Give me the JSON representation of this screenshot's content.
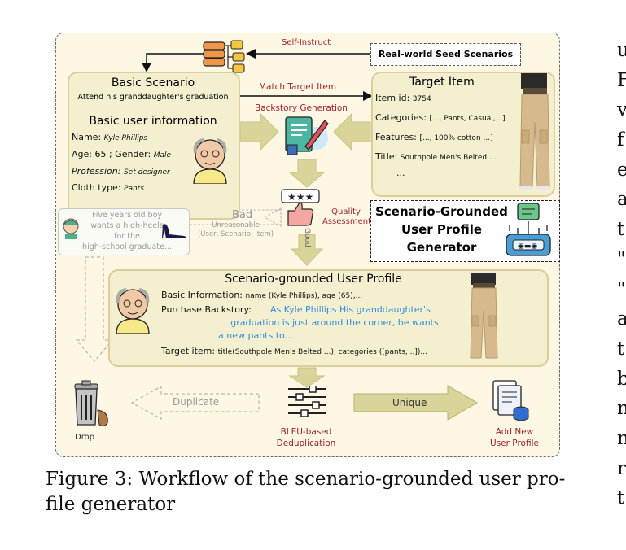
{
  "diagram": {
    "self_instruct": "Self-Instruct",
    "seed_scenarios": "Real-world Seed Scenarios",
    "basic_scenario": {
      "title": "Basic Scenario",
      "text": "Attend his granddaughter's graduation"
    },
    "basic_user_info": {
      "title": "Basic user information",
      "name_label": "Name:",
      "name_value": "Kyle Phillips",
      "age_label": "Age: 65 ; Gender:",
      "gender_value": "Male",
      "profession_label": "Profession:",
      "profession_value": "Set designer",
      "cloth_label": "Cloth type:",
      "cloth_value": "Pants"
    },
    "match_target": "Match Target Item",
    "backstory_generation": "Backstory Generation",
    "target_item": {
      "title": "Target Item",
      "id_label": "Item id:",
      "id_value": "3754",
      "categories_label": "Categories:",
      "categories_value": "[..., Pants, Casual,...]",
      "features_label": "Features:",
      "features_value": "[..., 100% cotton ...]",
      "title_label": "Title:",
      "title_value": "Southpole Men's Belted ...",
      "more": "..."
    },
    "generator_title_1": "Scenario-Grounded",
    "generator_title_2": "User Profile",
    "generator_title_3": "Generator",
    "bad_example": {
      "line1": "Five years old boy",
      "line2": "wants a high-heels",
      "line3": "for the",
      "line4": "high-school graduate..."
    },
    "bad_label": "Bad",
    "unreasonable_1": "Unreasonable",
    "unreasonable_2": "(User, Scenario, Item)",
    "quality_1": "Quality",
    "quality_2": "Assessment",
    "good_label": "Good",
    "profile": {
      "title": "Scenario-grounded User Profile",
      "basic_label": "Basic Information:",
      "basic_value": "name (Kyle Phillips), age (65),...",
      "backstory_label": "Purchase Backstory:",
      "backstory_1": "As Kyle Phillips His granddaughter's",
      "backstory_2": "graduation is just around the corner, he wants",
      "backstory_3": "a new pants to...",
      "target_label": "Target item:",
      "target_value": "title(Southpole Men's Belted ...), categories ([pants, ..])..."
    },
    "duplicate": "Duplicate",
    "unique": "Unique",
    "drop": "Drop",
    "bleu_1": "BLEU-based",
    "bleu_2": "Deduplication",
    "add_1": "Add New",
    "add_2": "User Profile"
  },
  "caption_line1": "Figure 3: Workflow of the scenario-grounded user pro-",
  "caption_line2": "file generator",
  "right_column_letters": [
    "u",
    "F",
    "v",
    "f",
    "e",
    "a",
    "t",
    "\"",
    "\"",
    "a",
    "t",
    "b",
    "n",
    "n",
    "r",
    "t"
  ],
  "colors": {
    "frame_bg": "#fdf7e4",
    "card_bg": "#f4efcf",
    "accent_red": "#a0202c",
    "accent_blue": "#2f8fe0",
    "arrow_fill": "#d9d59a"
  }
}
